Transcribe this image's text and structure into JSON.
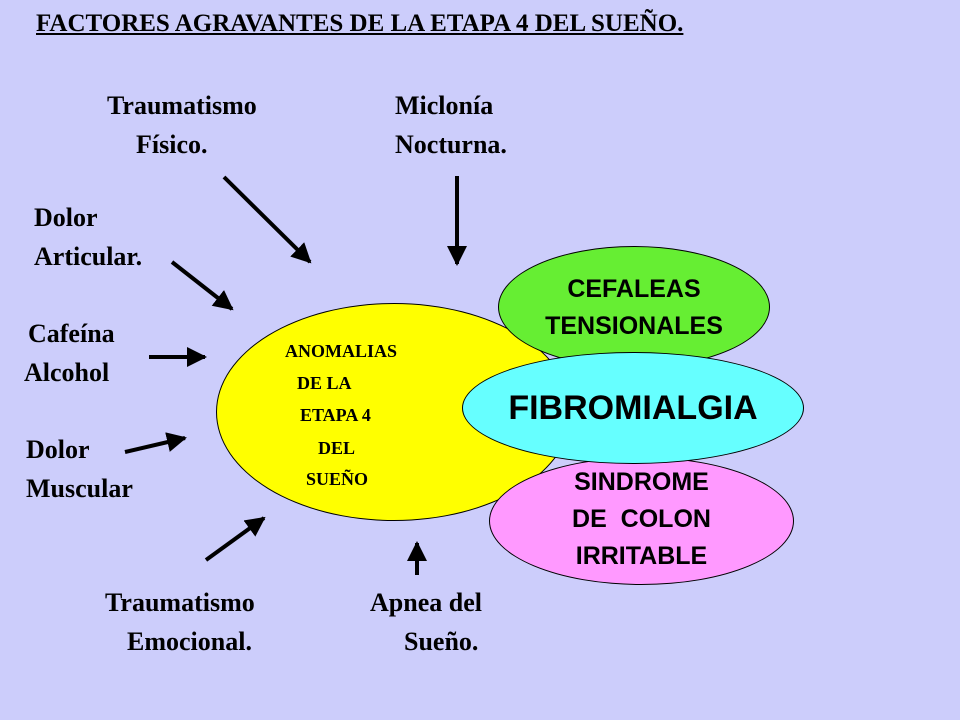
{
  "title": "FACTORES AGRAVANTES DE LA ETAPA 4 DEL SUEÑO.",
  "factors": {
    "trauma_fisico": [
      "Traumatismo",
      "Físico."
    ],
    "mioclonia": [
      "Miclonía",
      "Nocturna."
    ],
    "dolor_articular": [
      "Dolor",
      "Articular."
    ],
    "cafeina": [
      "Cafeína",
      "Alcohol"
    ],
    "dolor_muscular": [
      "Dolor",
      "Muscular"
    ],
    "trauma_emocional": [
      "Traumatismo",
      "Emocional."
    ],
    "apnea": [
      "Apnea del",
      "Sueño."
    ]
  },
  "center": [
    "ANOMALIAS",
    "DE LA",
    "ETAPA 4",
    "DEL",
    "SUEÑO"
  ],
  "outcomes": {
    "cefaleas": [
      "CEFALEAS",
      "TENSIONALES"
    ],
    "fibromialgia": "FIBROMIALGIA",
    "sindrome": [
      "SINDROME",
      "DE  COLON",
      "IRRITABLE"
    ]
  },
  "colors": {
    "background": "#cccdfb",
    "center": "#ffff00",
    "cefaleas": "#66ee33",
    "fibromialgia": "#66ffff",
    "sindrome": "#ff99ff"
  }
}
